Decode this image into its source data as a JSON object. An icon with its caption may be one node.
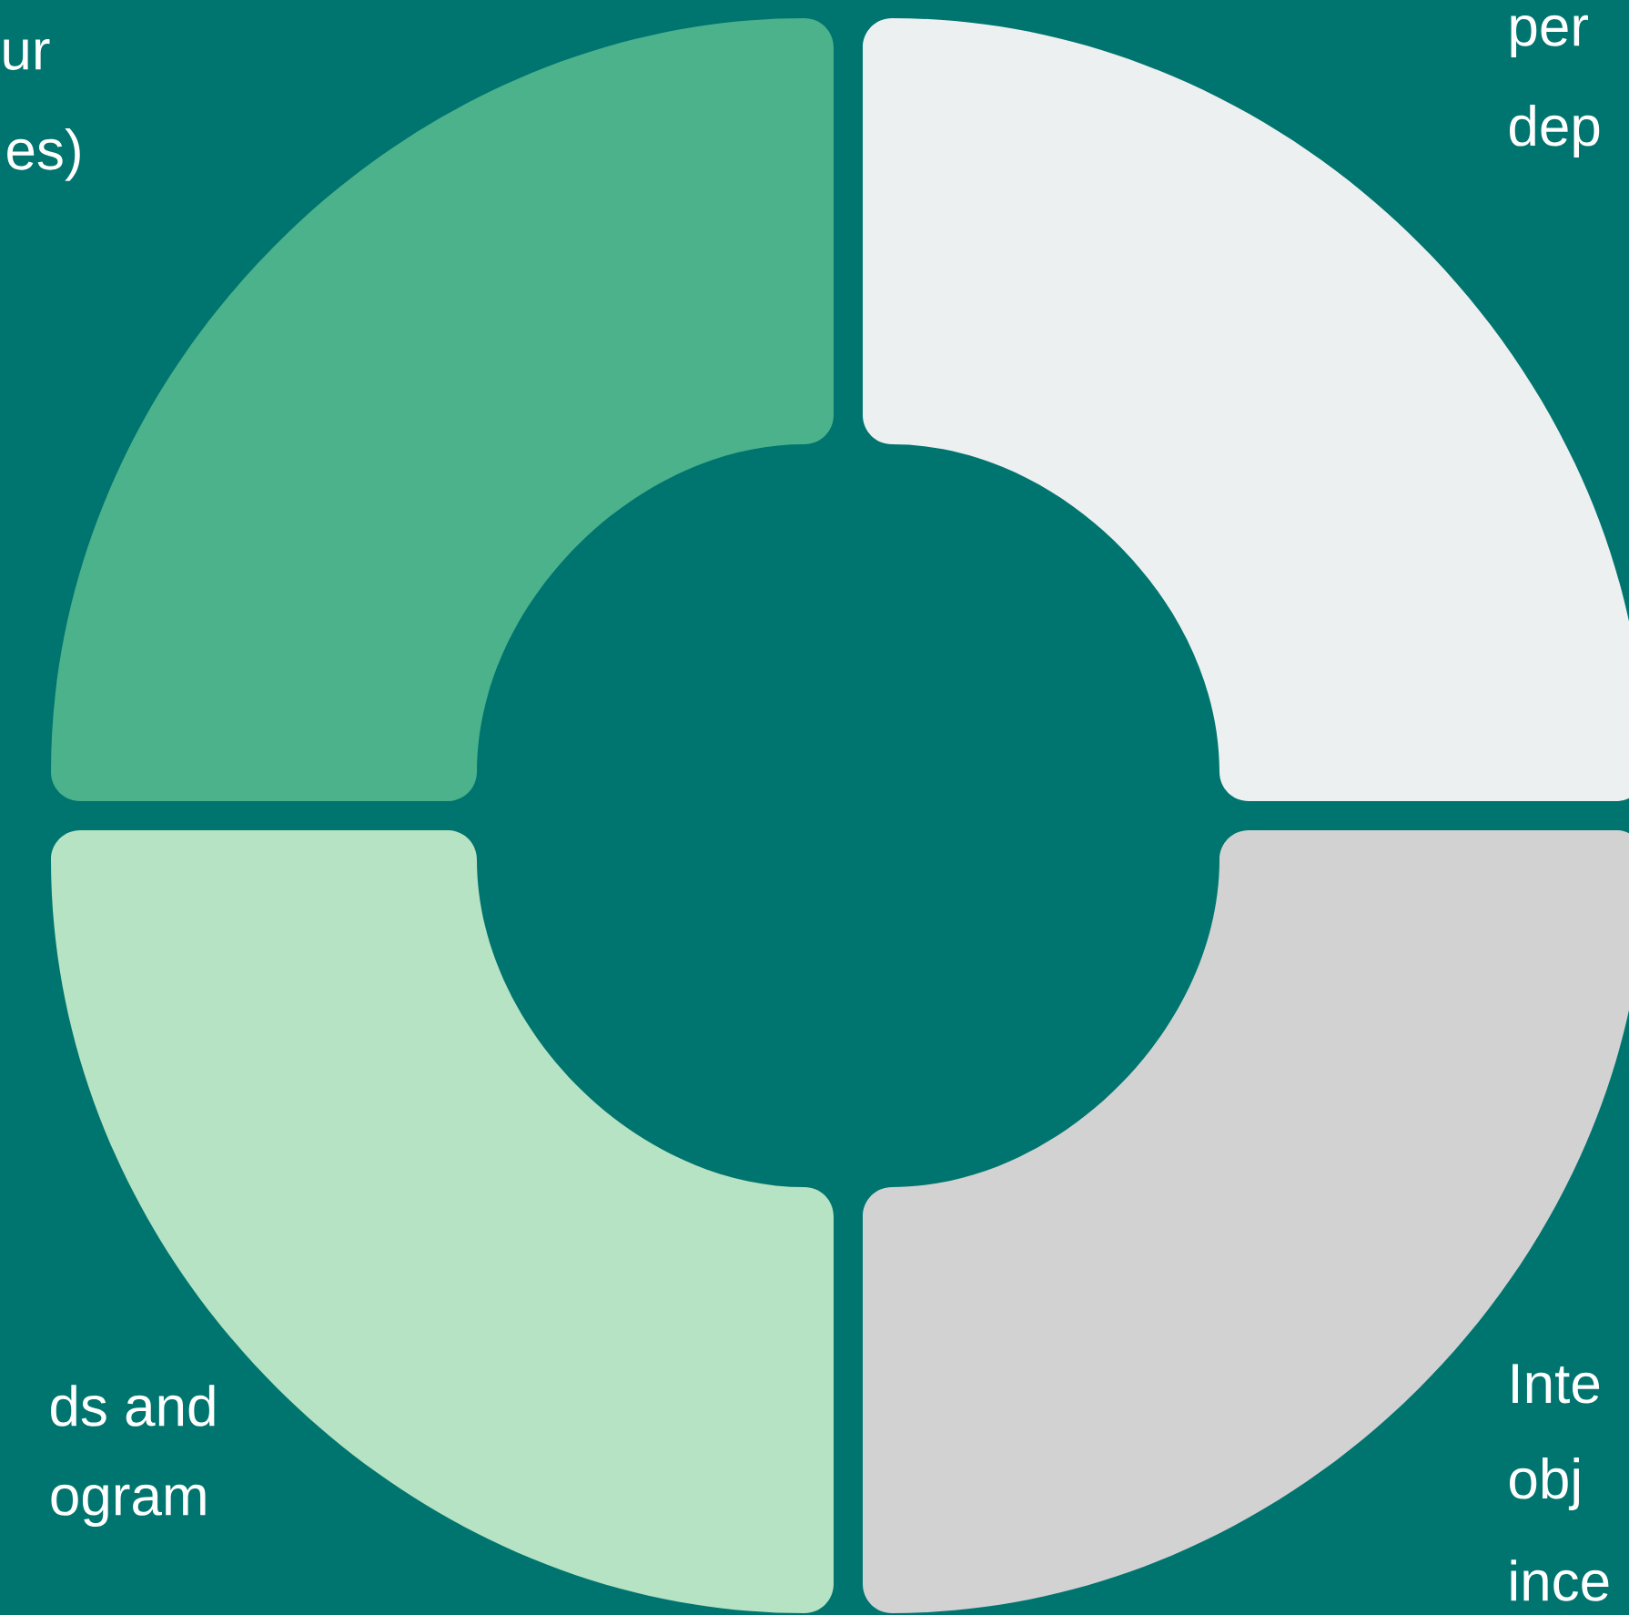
{
  "diagram": {
    "nodes": [
      {
        "text": [],
        "shape": "sector"
      },
      {
        "text": [],
        "shape": "sector"
      },
      {
        "text": [],
        "shape": "sector"
      },
      {
        "text": [],
        "shape": "sector"
      }
    ],
    "labels": [
      "ur",
      "es)",
      "per",
      "dep",
      "ds and",
      "ogram",
      "Inte",
      "obj",
      "ince"
    ]
  }
}
